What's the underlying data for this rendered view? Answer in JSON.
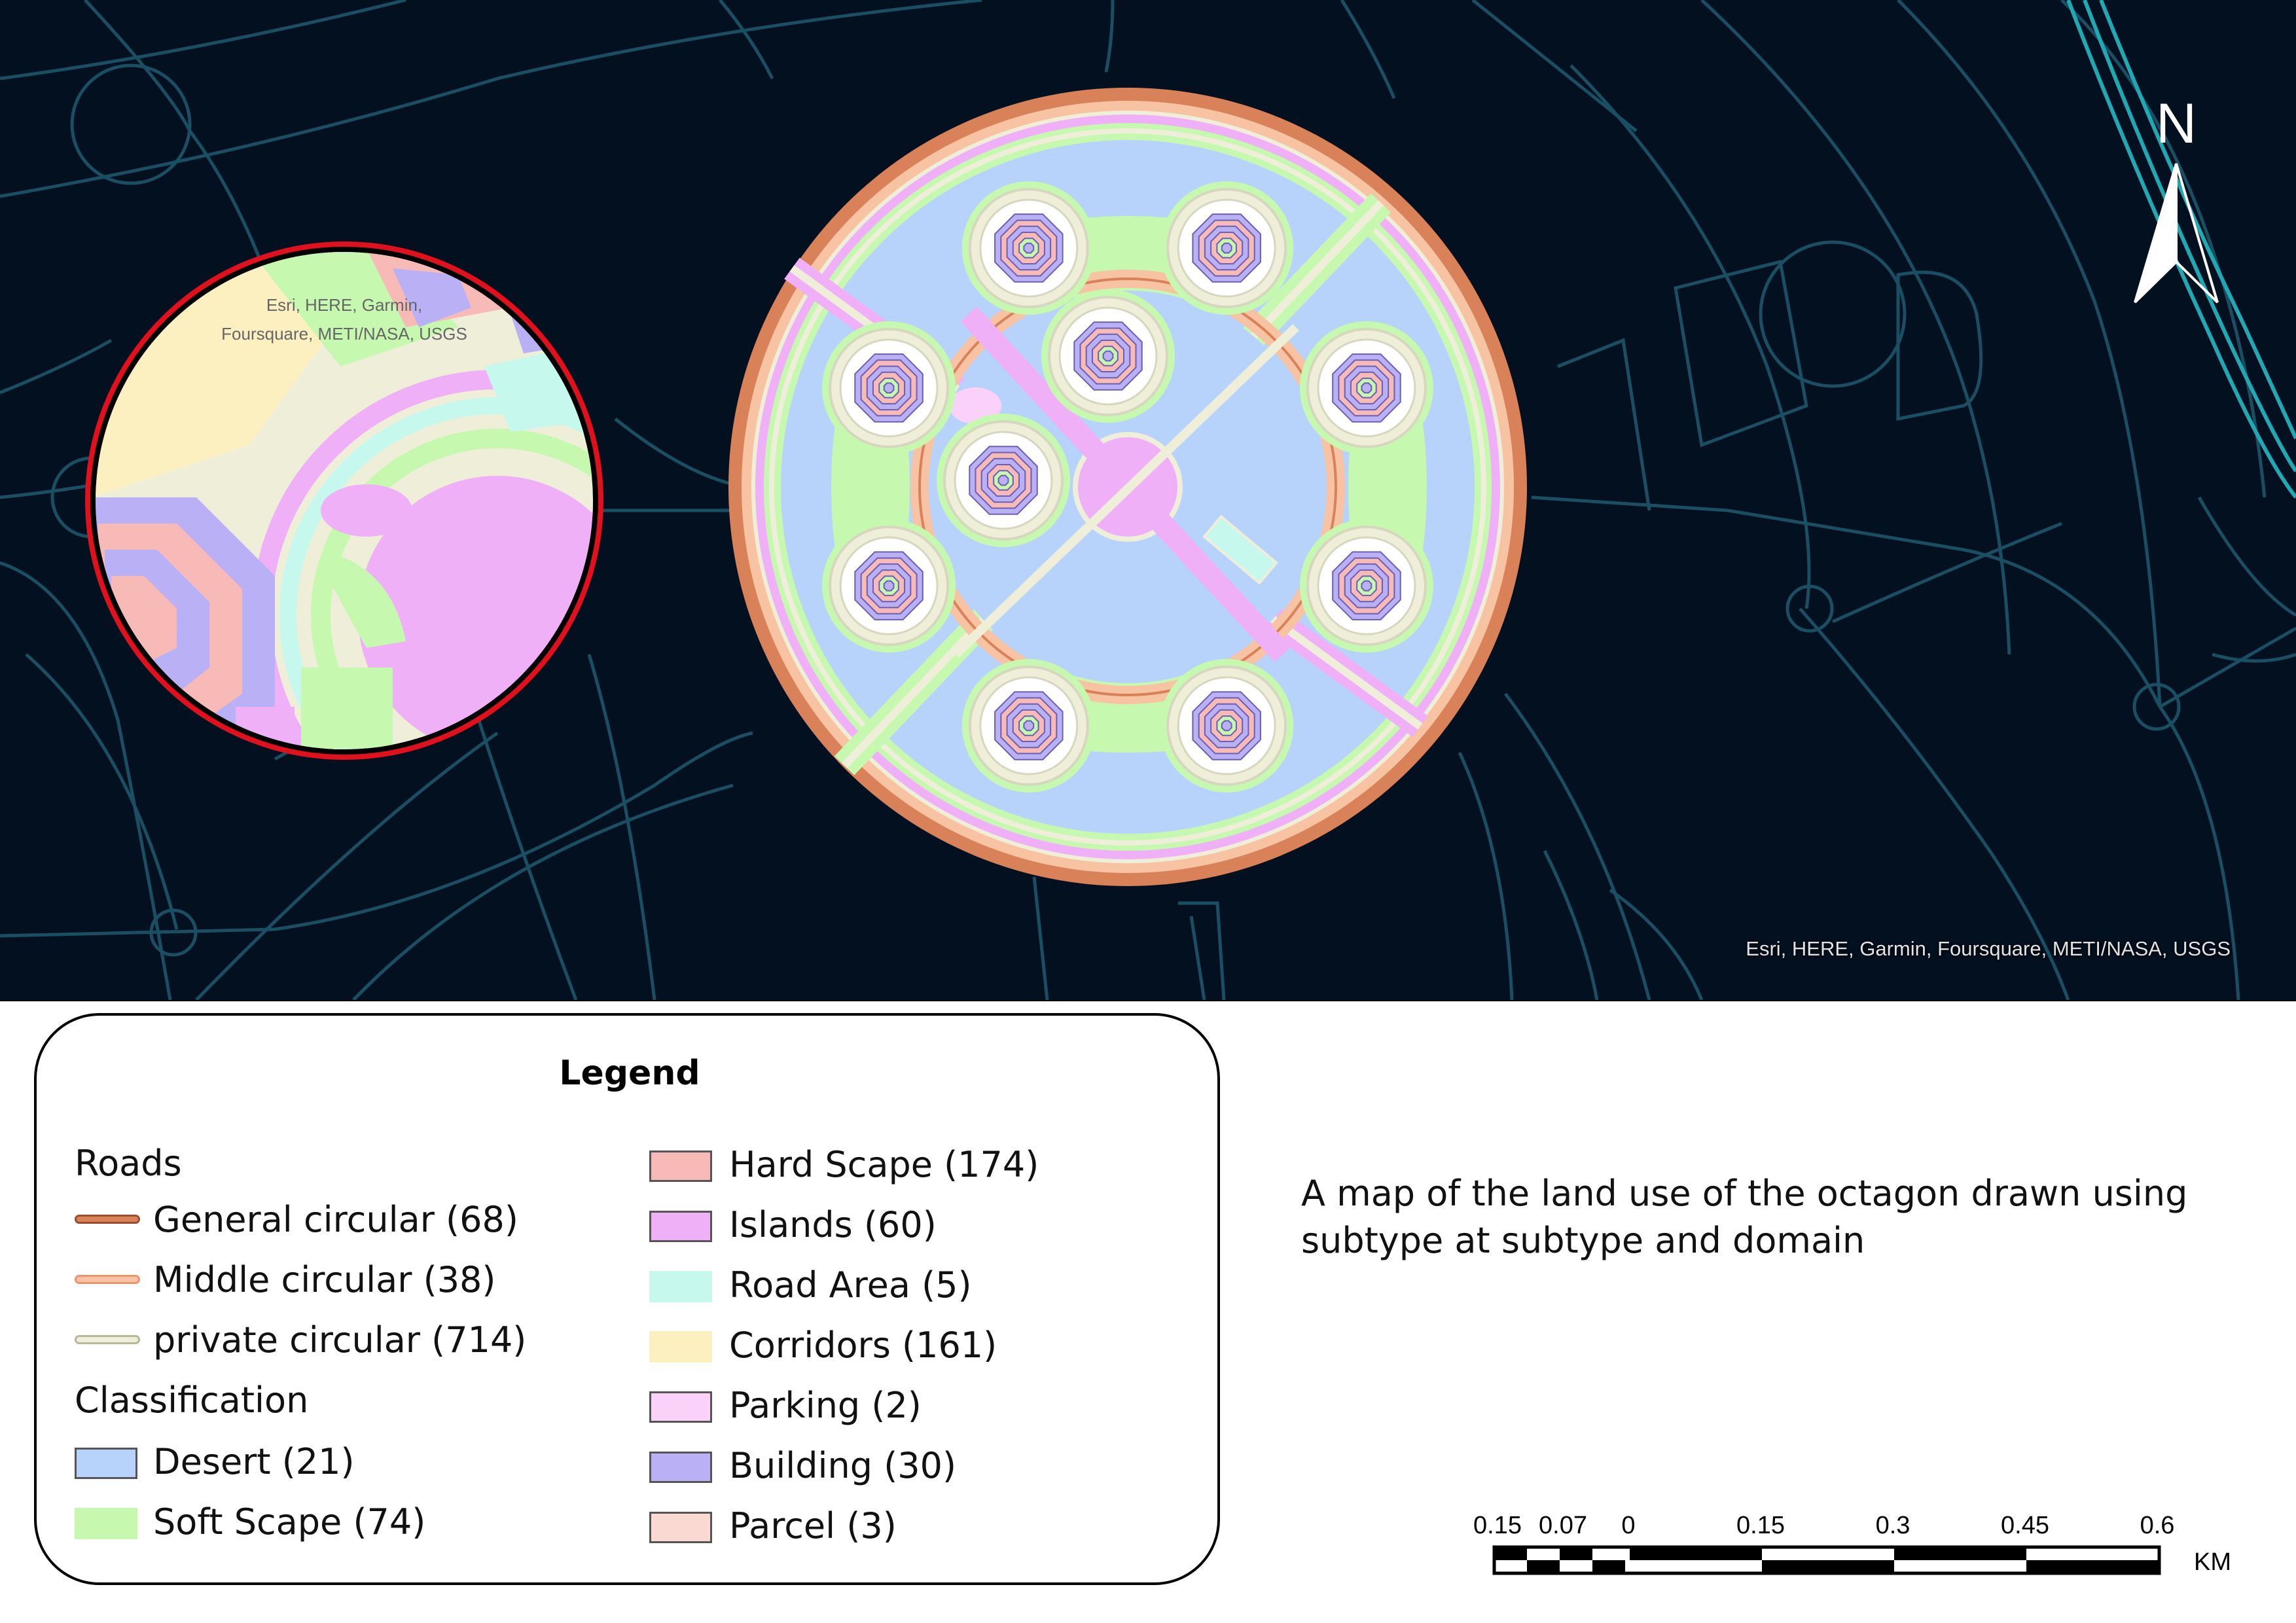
{
  "map": {
    "attribution": "Esri, HERE, Garmin, Foursquare, METI/NASA, USGS",
    "inset_attribution_line1": "Esri, HERE, Garmin,",
    "inset_attribution_line2": "Foursquare, METI/NASA, USGS",
    "north_label": "N",
    "colors": {
      "background": "#031020",
      "streets": "#1a4f63",
      "river": "#1fa9b3",
      "inset_ring": "#e0101c"
    }
  },
  "legend": {
    "title": "Legend",
    "roads_heading": "Roads",
    "roads": [
      {
        "label": "General circular (68)",
        "color": "#d98158"
      },
      {
        "label": "Middle circular (38)",
        "color": "#f7c3a3"
      },
      {
        "label": "private circular (714)",
        "color": "#efefd9"
      }
    ],
    "classification_heading": "Classification",
    "classes_left": [
      {
        "label": "Desert (21)",
        "color": "#b7d3fb"
      },
      {
        "label": "Soft Scape (74)",
        "color": "#c6f8b0"
      }
    ],
    "classes_right": [
      {
        "label": "Hard Scape (174)",
        "color": "#f8bab7"
      },
      {
        "label": "Islands (60)",
        "color": "#efb0f8"
      },
      {
        "label": "Road Area (5)",
        "color": "#c6f8ee"
      },
      {
        "label": "Corridors (161)",
        "color": "#fcf0c1"
      },
      {
        "label": "Parking (2)",
        "color": "#fad2f9"
      },
      {
        "label": "Building (30)",
        "color": "#b9b0f6"
      },
      {
        "label": "Parcel (3)",
        "color": "#fbd9d3"
      }
    ]
  },
  "description": "A map of the land use of the octagon drawn using subtype at subtype and domain",
  "scale_bar": {
    "labels": [
      "0.15",
      "0.07",
      "0",
      "0.15",
      "0.3",
      "0.45",
      "0.6"
    ],
    "unit": "KM"
  }
}
